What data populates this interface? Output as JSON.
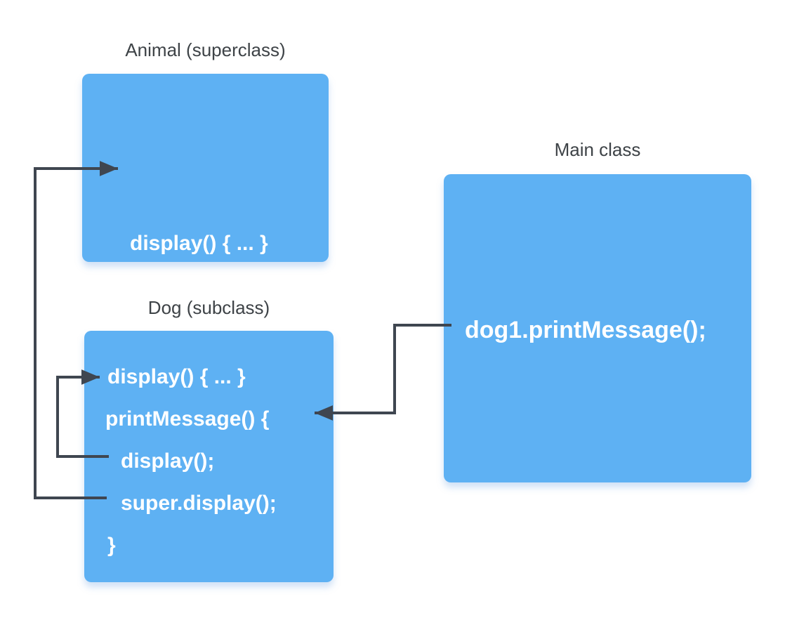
{
  "colors": {
    "background": "#ffffff",
    "box_fill": "#5eb1f3",
    "code_text": "#ffffff",
    "label_text": "#3e4347",
    "arrow": "#3f4650"
  },
  "animal": {
    "label": "Animal (superclass)",
    "lines": [
      "display() { ... }"
    ]
  },
  "dog": {
    "label": "Dog (subclass)",
    "lines": [
      "display() { ... }",
      "printMessage() {",
      "display();",
      "super.display();",
      "}"
    ]
  },
  "main": {
    "label": "Main class",
    "lines": [
      "dog1.printMessage();"
    ]
  },
  "arrows": [
    {
      "from": "Main class: dog1.printMessage();",
      "to": "Dog: printMessage() {"
    },
    {
      "from": "Dog: display();",
      "to": "Dog: display() { ... }"
    },
    {
      "from": "Dog: super.display();",
      "to": "Animal: display() { ... }"
    }
  ]
}
